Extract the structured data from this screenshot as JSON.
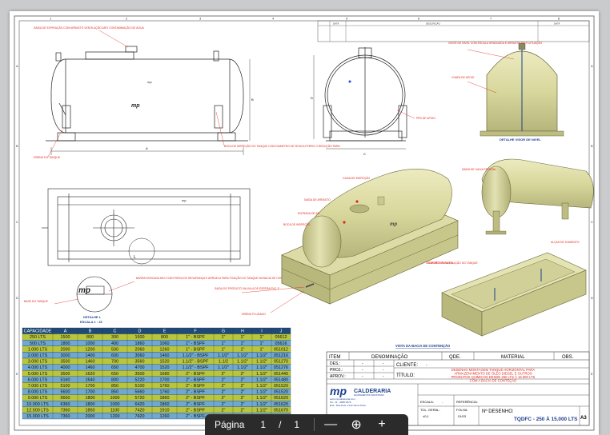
{
  "toolbar": {
    "page_label": "Página",
    "current_page": "1",
    "separator": "/",
    "total_pages": "1",
    "zoom_out": "—",
    "zoom_reset": "⊕",
    "zoom_in": "+"
  },
  "frame": {
    "cols": [
      "1",
      "2",
      "3",
      "4",
      "5",
      "6",
      "7",
      "8"
    ],
    "rows": [
      "A",
      "B",
      "C",
      "D",
      "E"
    ]
  },
  "revision": {
    "date": "DATA",
    "description": "DESCRIÇÃO",
    "date2": "DATA"
  },
  "notes": {
    "n1": "SAIDA DE EXPIRAÇÃO COM ARRASTO VENTILAÇÃO ANTI CONTAMINAÇÃO DE ÁGUA",
    "n2": "DRENO DO TANQUE",
    "n3": "BOCA DE INSPEÇÃO DO TANQUE COM DIAMETRO DE ROSCA FERRO O REDUÇÃO PARA",
    "n4": "VISOR DE NIVEL COM ESCALA GRADUADA E ARRASTO DE FLUTUAÇÃO",
    "n5": "CHAPA DE APOIO",
    "n6": "PÉS DE APOIO",
    "detail_visor": "DETALHE VISOR DE NIVEL",
    "n7": "SAÍDA DE CAIXA FRONTAL",
    "n8": "CAIXA DE INSPEÇÃO",
    "n9": "SAÍDA DE ARRASTO",
    "n10": "ENTRADA DE AR",
    "n11": "BOCA DE INSPEÇÃO",
    "n12": "ALÇAS DE ICAMENTO",
    "n13": "BARRA ROSCADA M10 COM PORCA DE SEGURANÇA E ARRUELA PARA FIXAÇÃO DO TANQUE NA BACIA DE CONTENÇÃO",
    "n14": "SAIDA DO PRODUTO VALVULA DE ESFERA PVC 1\"",
    "n15": "DRENO PLUGADO",
    "n16": "SUPORTE PARA FIXAÇÃO DO TANQUE",
    "n17": "BASE DO TANQUE",
    "n18": "CONEXÃO DE SAÍDA",
    "detail_l": "DETALHE L",
    "scale_l": "ESCALA 1 : 15",
    "vista_bacia": "VISTA DA BACIA DE CONTENÇÃO",
    "letter_l": "L",
    "dim_a": "A",
    "dim_b": "B",
    "dim_c": "C",
    "dim_d": "D"
  },
  "logo_small": "mp",
  "table": {
    "header": [
      "CAPACIDADE",
      "A",
      "B",
      "C",
      "D",
      "E",
      "F",
      "G",
      "H",
      "I",
      "J"
    ],
    "rows": [
      [
        "250 LTS",
        "1500",
        "800",
        "300",
        "1500",
        "800",
        "1\" - BSPF",
        "1\"",
        "1\"",
        "1\"",
        "05612"
      ],
      [
        "500 LTS",
        "1800",
        "1000",
        "400",
        "1860",
        "1060",
        "1\" - BSPF",
        "1\"",
        "1\"",
        "1\"",
        "05616"
      ],
      [
        "1.000 LTS",
        "2000",
        "1200",
        "500",
        "2060",
        "1260",
        "1\" - BSPF",
        "1\"",
        "1\"",
        "1\"",
        "051012"
      ],
      [
        "2.000 LTS",
        "3000",
        "1400",
        "600",
        "3060",
        "1460",
        "1.1/2\" - BSPF",
        "1.1/2\"",
        "1.1/2\"",
        "1.1/2\"",
        "051216"
      ],
      [
        "3.000 LTS",
        "3500",
        "1460",
        "700",
        "3560",
        "1520",
        "1.1/2\" - BSPF",
        "1.1/2",
        "1.1/2\"",
        "1.1/2\"",
        "051270"
      ],
      [
        "4.000 LTS",
        "4000",
        "1460",
        "650",
        "4700",
        "1520",
        "1.1/2\" - BSPF",
        "1.1/2\"",
        "1.1/2\"",
        "1.1/2\"",
        "051276"
      ],
      [
        "5.000 LTS",
        "3500",
        "1620",
        "650",
        "3500",
        "1680",
        "2\" - BSPF",
        "2\"",
        "2\"",
        "1.1/2\"",
        "051440"
      ],
      [
        "6.000 LTS",
        "5160",
        "1640",
        "800",
        "5220",
        "1700",
        "2\" - BSPF",
        "2\"",
        "2\"",
        "1.1/2\"",
        "051480"
      ],
      [
        "7.000 LTS",
        "5100",
        "1700",
        "850",
        "5100",
        "1760",
        "2\" - BSPF",
        "2\"",
        "2\"",
        "1.1/2\"",
        "051520"
      ],
      [
        "8.000 LTS",
        "5600",
        "1700",
        "850",
        "5660",
        "1760",
        "2\" - BSPF",
        "2\"",
        "2\"",
        "1.1/2\"",
        "051520"
      ],
      [
        "9.000 LTS",
        "5660",
        "1800",
        "1000",
        "5720",
        "1860",
        "2\" - BSPF",
        "2\"",
        "2\"",
        "1.1/2\"",
        "051620"
      ],
      [
        "10.000 LTS",
        "6360",
        "1800",
        "1000",
        "6420",
        "1860",
        "2\" - BSPF",
        "2\"",
        "2\"",
        "1.1/2\"",
        "051620"
      ],
      [
        "12.500 LTS",
        "7360",
        "1850",
        "1100",
        "7420",
        "1910",
        "2\" - BSPF",
        "2\"",
        "2\"",
        "1.1/2\"",
        "051670"
      ],
      [
        "15.000 LTS",
        "7360",
        "2000",
        "1200",
        "7420",
        "1260",
        "2\" - BSPF",
        "2\"",
        "2\"",
        "1.1/2\"",
        "051810"
      ]
    ]
  },
  "titleblock": {
    "item": "ITEM",
    "denominacao": "DENOMINAÇÃO",
    "qde": "QDE.",
    "material": "MATERIAL",
    "obs": "OBS.",
    "des": "DES.:",
    "proj": "PROJ.:",
    "aprov": "APROV.:",
    "dash": "-",
    "cliente": "CLIENTE:",
    "cliente_val": "-",
    "titulo": "TÍTULO:",
    "titulo_val_1": "DESENHO MONTAGEM TANQUE HORIZONTAL PARA",
    "titulo_val_2": "ARMAZENAMENTO DE ÓLEO DIESEL E OUTROS",
    "titulo_val_3": "PRODUTOS QUIMICOS DESDE 250 LTS À 15.000 LTS",
    "titulo_val_4": "COM A BACIA DE CONTEÇÃO",
    "company_logo": "mp",
    "company": "CALDERARIA",
    "company_sub": "EQUIPAMENTOS INDUSTRIAIS",
    "web": "www.mpcaldeiraria.com",
    "phone": "Tel.: 11 - 4486-5479",
    "addr": "End.: Rua Dois n°112 Serra Preta",
    "escala": "ESCALA:",
    "escala_val": "-",
    "referencia": "REFERÊNCIA:",
    "tol": "TOL. GERAL:",
    "tol_val": "±0,1",
    "folha": "FOLHA:",
    "folha_val": "01/03",
    "n_desenho": "Nº DESENHO:",
    "drawing_no": "TQDFC - 250 À 15.000 LTS",
    "sheet_size": "A3"
  },
  "colors": {
    "tank": "#d8d79c",
    "tank_stroke": "#6b6a3a",
    "table_header": "#1d4a78",
    "table_row_a": "#b9c63c",
    "table_row_b": "#6fa9d2",
    "red": "#e0271c",
    "title_blue": "#1c3f8c"
  }
}
